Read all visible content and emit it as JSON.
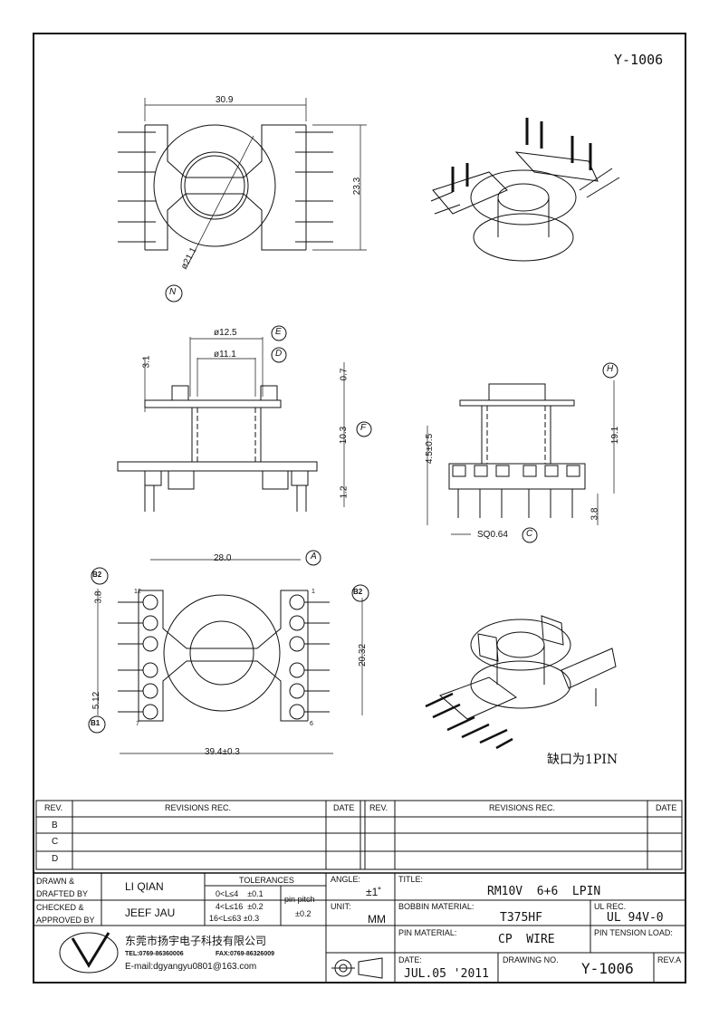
{
  "drawing_code_top": "Y-1006",
  "dims": {
    "width_top": "30.9",
    "height_top": "23.3",
    "diameter_flange": "ø21.1",
    "label_n": "N",
    "d_outer": "ø12.5",
    "d_inner": "ø11.1",
    "label_e": "E",
    "label_d": "D",
    "dim_3_1": "3.1",
    "dim_0_7": "0.7",
    "dim_10_3": "10.3",
    "label_f": "F",
    "dim_1_2": "1.2",
    "label_h": "H",
    "dim_19_1": "19.1",
    "dim_4_5": "4.5±0.5",
    "dim_3_8_side": "3.8",
    "sq": "SQ0.64",
    "label_c": "C",
    "dim_28": "28.0",
    "label_a": "A",
    "label_b2": "B2",
    "label_b1": "B1",
    "dim_3_8": "3.8",
    "dim_20_32": "20.32",
    "dim_5_12": "5.12",
    "dim_39_4": "39.4±0.3",
    "pin_12": "12",
    "pin_1": "1",
    "pin_7": "7",
    "pin_6": "6"
  },
  "note_pin": "缺口为1PIN",
  "revisions": {
    "col_rev": "REV.",
    "col_rec": "REVISIONS   REC.",
    "col_date": "DATE",
    "rows": [
      "B",
      "C",
      "D"
    ]
  },
  "title_block": {
    "drawn_label": "DRAWN &\nDRAFTED BY",
    "drawn_by": "LI QIAN",
    "checked_label": "CHECKED &\nAPPROVED BY",
    "checked_by": "JEEF JAU",
    "tolerances_label": "TOLERANCES",
    "tol_1": "0<L≤4    ±0.1",
    "tol_2": "4<L≤16  ±0.2",
    "tol_3": "16<L≤63 ±0.3",
    "pin_pitch_label": "pin pitch",
    "pin_pitch_value": "±0.2",
    "angle_label": "ANGLE:",
    "angle_value": "±1˚",
    "unit_label": "UNIT:",
    "unit_value": "MM",
    "title_label": "TITLE:",
    "title_value": "RM10V  6+6  LPIN",
    "bobbin_label": "BOBBIN MATERIAL:",
    "bobbin_value": "T375HF",
    "ul_label": "UL REC.",
    "ul_value": "UL 94V-0",
    "pin_mat_label": "PIN MATERIAL:",
    "pin_mat_value": "CP  WIRE",
    "pin_tension_label": "PIN TENSION LOAD:",
    "date_label": "DATE:",
    "date_value": "JUL.05 '2011",
    "drawing_no_label": "DRAWING NO.",
    "drawing_no_value": "Y-1006",
    "rev_label": "REV.A",
    "company": "东莞市扬宇电子科技有限公司",
    "tel": "TEL:0769-86360006",
    "fax": "FAX:0769-86326009",
    "email": "E-mail:dgyangyu0801@163.com"
  }
}
